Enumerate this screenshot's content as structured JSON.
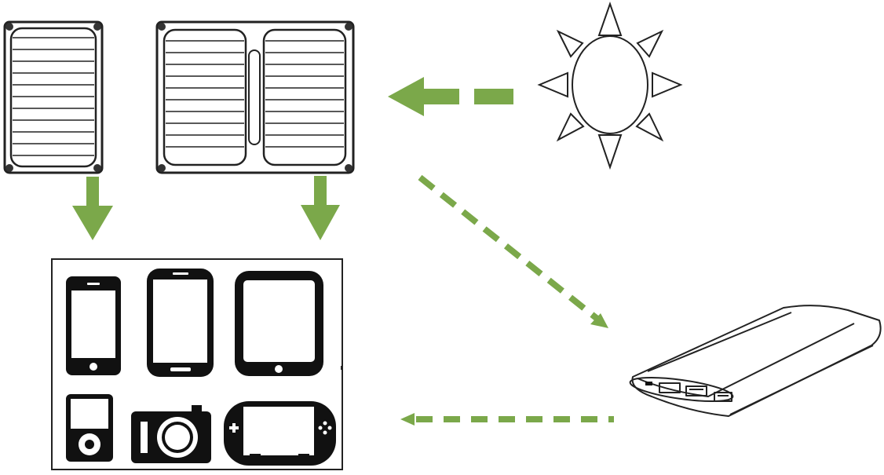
{
  "diagram": {
    "accent_color": "#7ba84a",
    "nodes": [
      {
        "id": "solar-panel-small",
        "icon": "solar-panel-icon"
      },
      {
        "id": "solar-panel-folding",
        "icon": "solar-panel-icon"
      },
      {
        "id": "sun",
        "icon": "sun-icon"
      },
      {
        "id": "devices",
        "icon": "devices-icon",
        "items": [
          "smartphone-icon",
          "phone-icon",
          "tablet-icon",
          "music-player-icon",
          "camera-icon",
          "game-console-icon"
        ]
      },
      {
        "id": "power-bank",
        "icon": "power-bank-icon"
      }
    ],
    "edges": [
      {
        "from": "sun",
        "to": "solar-panel-folding",
        "style": "dashed-thick"
      },
      {
        "from": "solar-panel-small",
        "to": "devices",
        "style": "solid"
      },
      {
        "from": "solar-panel-folding",
        "to": "devices",
        "style": "solid"
      },
      {
        "from": "solar-panel-folding",
        "to": "power-bank",
        "style": "dashed"
      },
      {
        "from": "power-bank",
        "to": "devices",
        "style": "dashed"
      }
    ]
  }
}
